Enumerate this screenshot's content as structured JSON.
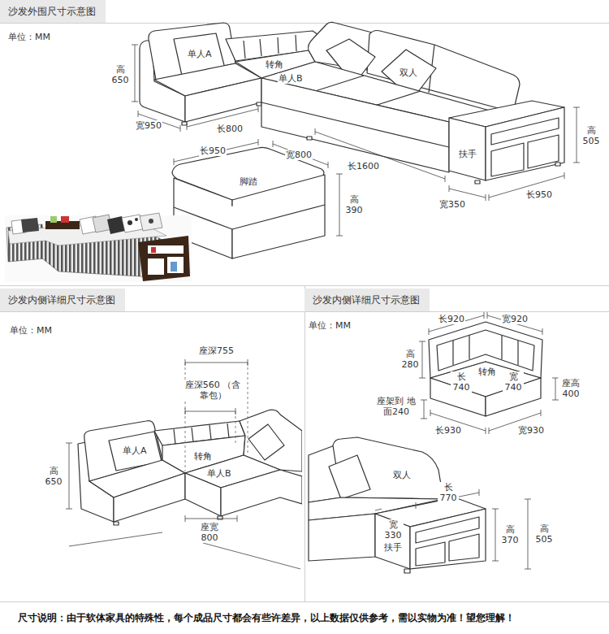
{
  "diagram": {
    "caption": "尺寸说明：由于软体家具的特殊性，每个成品尺寸都会有些许差异，以上数据仅供参考，需以实物为准！望您理解！",
    "nodes": [
      {
        "text": [
          "沙发外围尺寸示意图"
        ]
      },
      {
        "text": [
          "沙发内侧详细尺寸示意图"
        ]
      },
      {
        "text": [
          "沙发内侧详细尺寸示意图"
        ]
      }
    ],
    "labels": [
      "单位：MM",
      "高 650",
      "单人A",
      "转角",
      "单人B",
      "双人",
      "宽950",
      "长800",
      "长950",
      "宽800",
      "脚踏",
      "长1600",
      "高 390",
      "扶手",
      "高 505",
      "宽350",
      "长950",
      "单位：MM",
      "座深755",
      "座深560 （含靠包）",
      "单人A",
      "高 650",
      "转角",
      "单人B",
      "座宽 800",
      "单位：MM",
      "长920",
      "宽920",
      "高 280",
      "长 740",
      "转角",
      "宽 740",
      "座高 400",
      "座架到 地面240",
      "长930",
      "宽930",
      "双人",
      "长 770",
      "宽 330",
      "高 370",
      "高 505",
      "扶手"
    ]
  }
}
